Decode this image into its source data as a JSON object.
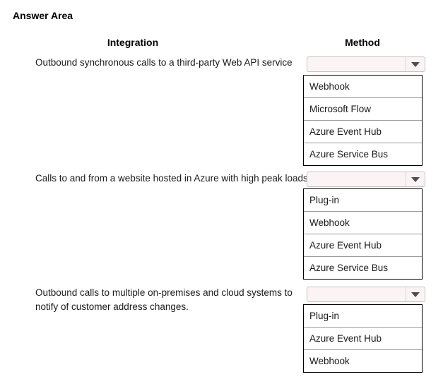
{
  "title": "Answer Area",
  "columns": {
    "integration": "Integration",
    "method": "Method"
  },
  "rows": [
    {
      "integration": "Outbound synchronous calls to a third-party Web API service",
      "selected": "",
      "options": [
        "Webhook",
        "Microsoft Flow",
        "Azure Event Hub",
        "Azure Service Bus"
      ]
    },
    {
      "integration": "Calls to and from a website hosted in Azure with high peak loads",
      "selected": "",
      "options": [
        "Plug-in",
        "Webhook",
        "Azure Event Hub",
        "Azure Service Bus"
      ]
    },
    {
      "integration": "Outbound calls to multiple on-premises and cloud systems to notify of customer address changes.",
      "selected": "",
      "options": [
        "Plug-in",
        "Azure Event Hub",
        "Webhook"
      ]
    }
  ],
  "colors": {
    "combobox_fill": "#fcf4f4",
    "combobox_border": "#c2c2c2",
    "combobox_divider": "#d5d5d5",
    "listbox_border": "#000000",
    "option_divider": "#9a9a9a"
  }
}
